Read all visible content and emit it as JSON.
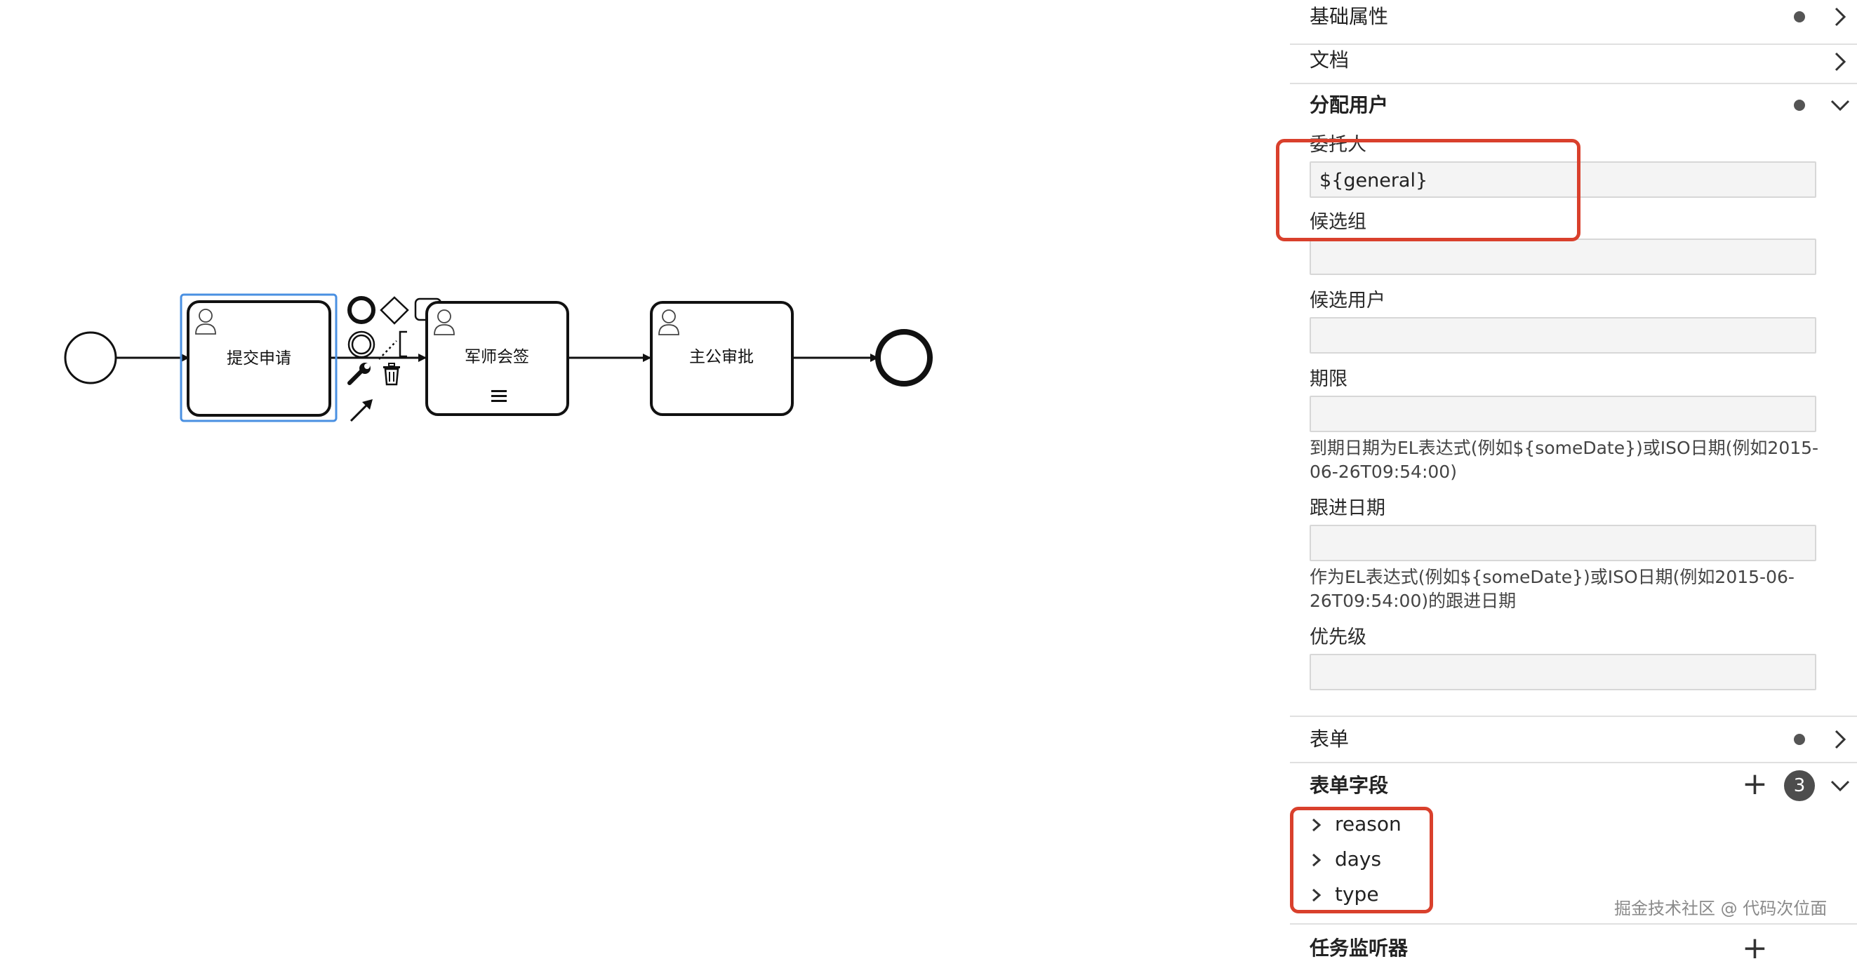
{
  "diagram": {
    "tasks": [
      {
        "id": "task1",
        "label": "提交申请"
      },
      {
        "id": "task2",
        "label": "军师会签"
      },
      {
        "id": "task3",
        "label": "主公审批"
      }
    ]
  },
  "panel": {
    "groups": {
      "basic": {
        "title": "基础属性"
      },
      "docs": {
        "title": "文档"
      },
      "assign": {
        "title": "分配用户"
      },
      "form": {
        "title": "表单"
      },
      "form_fields": {
        "title": "表单字段",
        "count": "3"
      },
      "listener": {
        "title": "任务监听器"
      }
    },
    "fields": {
      "assignee": {
        "label": "委托人",
        "value": "${general}"
      },
      "candidate_groups": {
        "label": "候选组",
        "value": ""
      },
      "candidate_users": {
        "label": "候选用户",
        "value": ""
      },
      "due_date": {
        "label": "期限",
        "value": "",
        "hint": "到期日期为EL表达式(例如${someDate})或ISO日期(例如2015-06-26T09:54:00)"
      },
      "follow_up": {
        "label": "跟进日期",
        "value": "",
        "hint": "作为EL表达式(例如${someDate})或ISO日期(例如2015-06-26T09:54:00)的跟进日期"
      },
      "priority": {
        "label": "优先级",
        "value": ""
      }
    },
    "form_field_items": [
      "reason",
      "days",
      "type"
    ]
  },
  "watermark": "掘金技术社区 @ 代码次位面",
  "colors": {
    "highlight": "#d9402c",
    "selection": "#4a90e2"
  }
}
